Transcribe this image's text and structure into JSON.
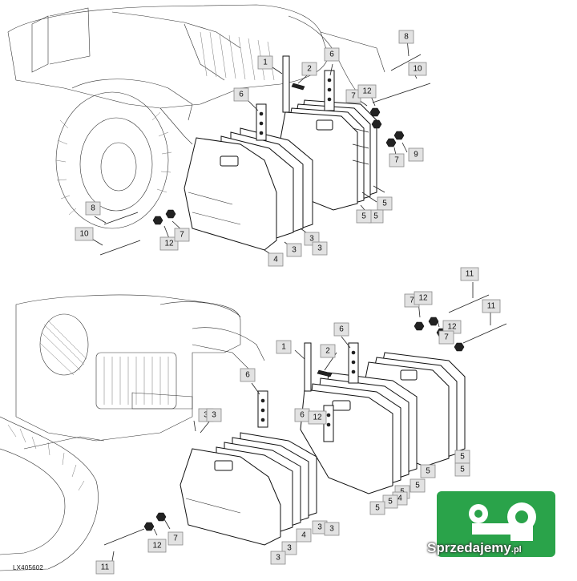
{
  "diagram": {
    "callouts": [
      "1",
      "2",
      "3",
      "4",
      "5",
      "6",
      "7",
      "8",
      "9",
      "10",
      "11",
      "12"
    ],
    "sheet_id": "LX405602"
  },
  "watermark": {
    "brand": "Sprzedajemy",
    "tld": ".pl",
    "color": "#2aa34a"
  }
}
